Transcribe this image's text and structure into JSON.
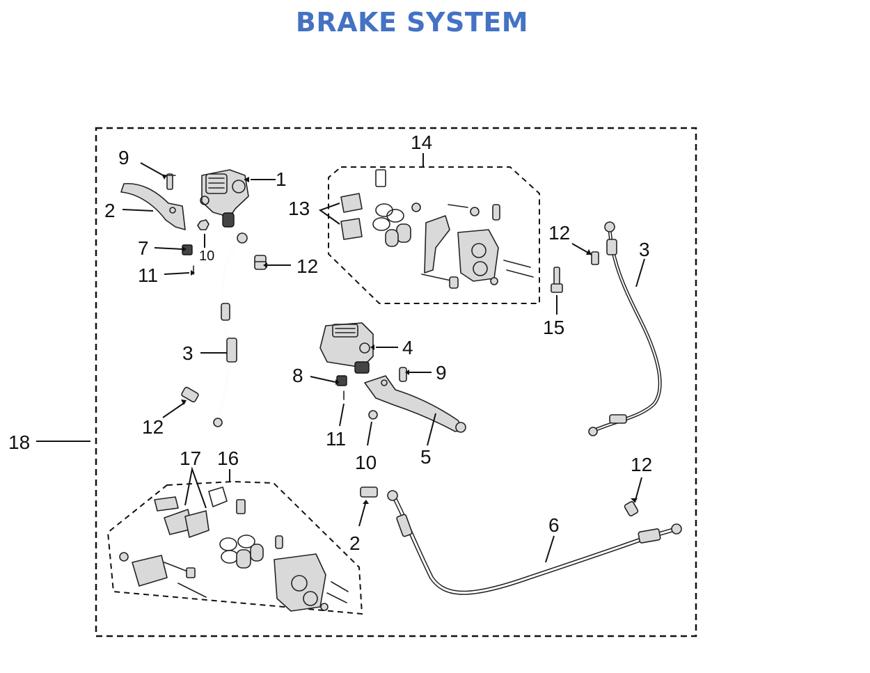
{
  "title": "BRAKE SYSTEM",
  "colors": {
    "title": "#4472c4",
    "line": "#111111",
    "part_fill": "#d9d9d9"
  },
  "callouts": {
    "c1": "1",
    "c2a": "2",
    "c2b": "2",
    "c3a": "3",
    "c3b": "3",
    "c4": "4",
    "c5": "5",
    "c6": "6",
    "c7": "7",
    "c8": "8",
    "c9a": "9",
    "c9b": "9",
    "c10a": "10",
    "c10b": "10",
    "c11a": "11",
    "c11b": "11",
    "c12a": "12",
    "c12b": "12",
    "c12c": "12",
    "c12d": "12",
    "c13": "13",
    "c14": "14",
    "c15": "15",
    "c16": "16",
    "c17": "17",
    "c18": "18"
  }
}
